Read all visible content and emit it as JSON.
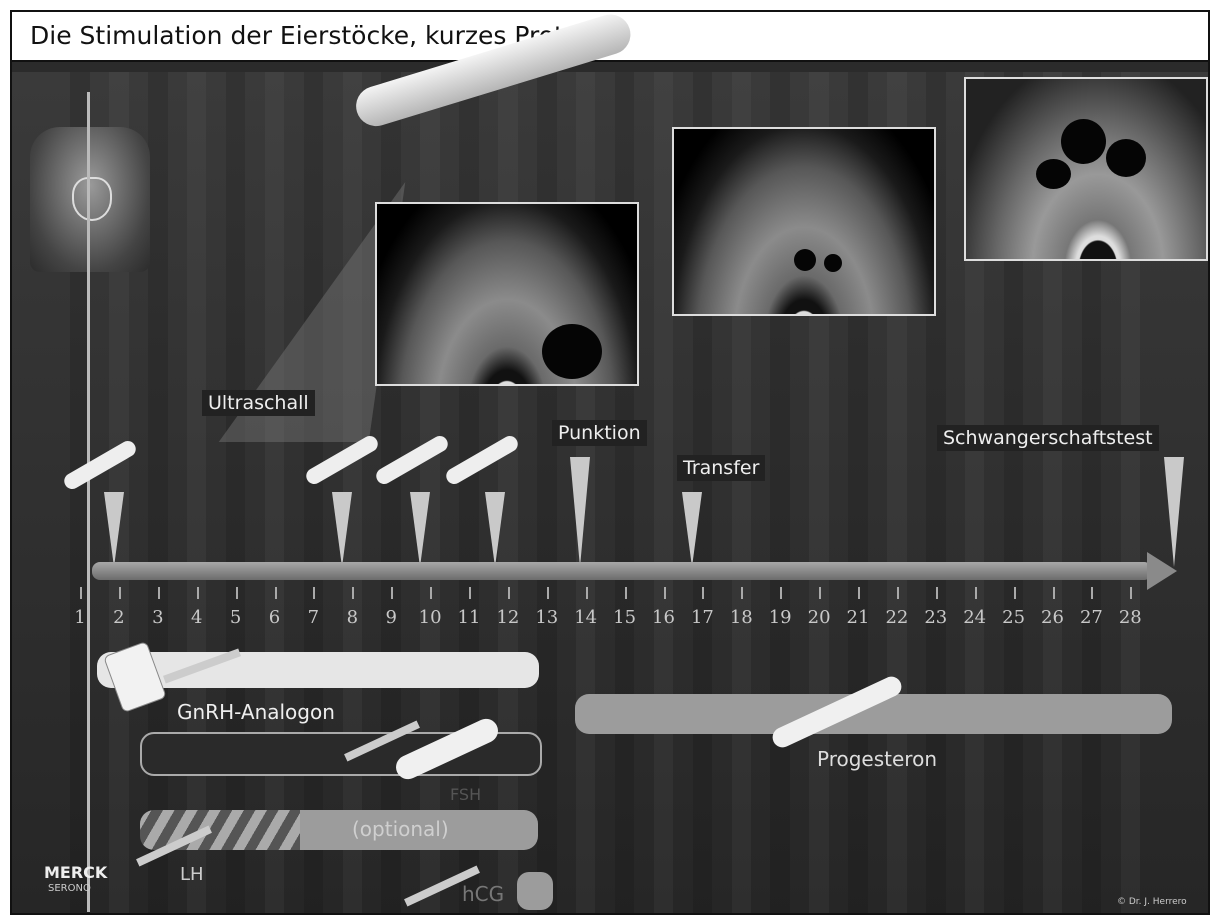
{
  "title": "Die Stimulation der Eierstöcke, kurzes Protokoll",
  "labels": {
    "ultrasound": "Ultraschall",
    "puncture": "Punktion",
    "transfer": "Transfer",
    "pregnancy_test": "Schwangerschaftstest"
  },
  "days": [
    "1",
    "2",
    "3",
    "4",
    "5",
    "6",
    "7",
    "8",
    "9",
    "10",
    "11",
    "12",
    "13",
    "14",
    "15",
    "16",
    "17",
    "18",
    "19",
    "20",
    "21",
    "22",
    "23",
    "24",
    "25",
    "26",
    "27",
    "28"
  ],
  "treatments": {
    "gnrh": "GnRH-Analogon",
    "fsh": "FSH",
    "optional": "(optional)",
    "lh": "LH",
    "hcg": "hCG",
    "progesterone": "Progesteron"
  },
  "logo": {
    "line1": "MERCK",
    "line2": "SERONO"
  },
  "credit": "© Dr. J. Herrero",
  "colors": {
    "bar_light": "#e6e6e6",
    "bar_mid": "#9c9c9c",
    "bar_dark": "#2a2a2a",
    "arrow": "#8a8a8a"
  }
}
